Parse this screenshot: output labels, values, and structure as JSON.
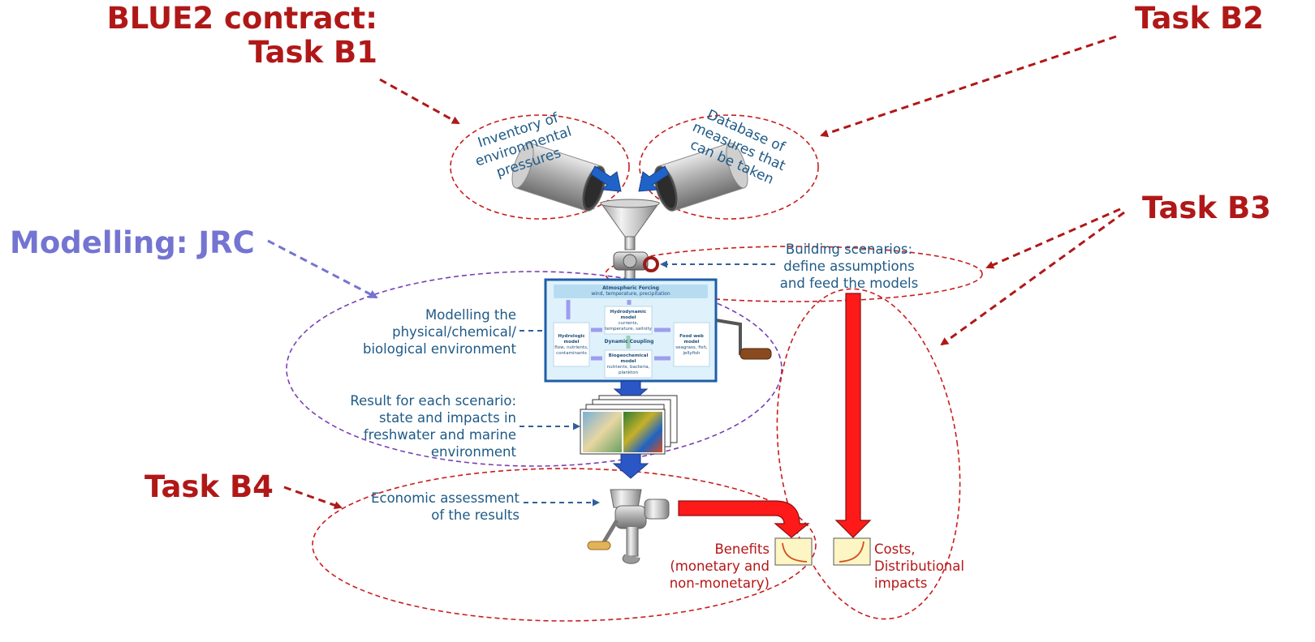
{
  "labels": {
    "blue2_contract": "BLUE2 contract:",
    "task_b1": "Task B1",
    "task_b2": "Task B2",
    "task_b3": "Task B3",
    "task_b4": "Task B4",
    "modelling_jrc": "Modelling: JRC"
  },
  "bubbles": {
    "inventory": [
      "Inventory of",
      "environmental",
      "pressures"
    ],
    "database": [
      "Database of",
      "measures that",
      "can be taken"
    ]
  },
  "notes": {
    "scenarios": [
      "Building scenarios:",
      "define assumptions",
      "and feed the models"
    ],
    "modelling_env": [
      "Modelling the",
      "physical/chemical/",
      "biological environment"
    ],
    "result": [
      "Result for each scenario:",
      "state and impacts in",
      "freshwater and marine",
      "environment"
    ],
    "economic": [
      "Economic assessment",
      "of the results"
    ],
    "benefits": [
      "Benefits",
      "(monetary and",
      "non-monetary)"
    ],
    "costs": [
      "Costs,",
      "Distributional",
      "impacts"
    ]
  },
  "model_box": {
    "atmospheric": "Atmospheric Forcing",
    "atmospheric_sub": "wind, temperature, precipitation",
    "hydrologic": "Hydrologic model",
    "hydrologic_sub": "flow, nutrients, contaminants",
    "hydrodynamic": "Hydrodynamic model",
    "hydrodynamic_sub": "currents, temperature, salinity",
    "dynamic_coupling": "Dynamic Coupling",
    "biogeochemical": "Biogeochemical model",
    "biogeochemical_sub": "nutrients, bacteria, plankton",
    "foodweb": "Food web model",
    "foodweb_sub": "seagrass, fish, jellyfish"
  },
  "colors": {
    "task_red": "#b01818",
    "jrc_purple": "#7474d2",
    "note_blue": "#1f5a86",
    "arrow_blue": "#2a56c6",
    "big_red": "#ff1a1a"
  }
}
